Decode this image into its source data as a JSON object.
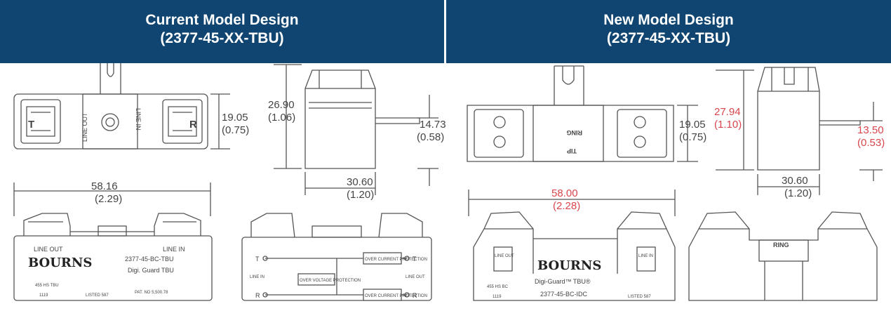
{
  "header": {
    "left": {
      "title": "Current Model Design",
      "subtitle": "(2377-45-XX-TBU)"
    },
    "right": {
      "title": "New Model Design",
      "subtitle": "(2377-45-XX-TBU)"
    }
  },
  "current": {
    "top_view": {
      "label_t": "T",
      "label_r": "R",
      "label_line_out": "LINE OUT",
      "label_line_in": "LINE IN",
      "height_mm": "19.05",
      "height_in": "(0.75)"
    },
    "side_view": {
      "height_mm": "26.90",
      "height_in": "(1.06)",
      "pin_mm": "14.73",
      "pin_in": "(0.58)",
      "width_mm": "30.60",
      "width_in": "(1.20)"
    },
    "front_view": {
      "width_mm": "58.16",
      "width_in": "(2.29)",
      "line_out": "LINE OUT",
      "line_in": "LINE IN",
      "brand": "BOURNS",
      "model": "2377-45-BC-TBU",
      "product": "Digi. Guard TBU",
      "part": "455 HS TBU",
      "date": "1119",
      "ul": "LISTED 587",
      "patent": "PAT. NO 5,500.78"
    },
    "schematic": {
      "t": "T",
      "r": "R",
      "line_in": "LINE IN",
      "line_out": "LINE OUT",
      "box1": "OVER CURRENT PROTECTION",
      "box2": "OVER VOLTAGE PROTECTION",
      "box3": "OVER CURRENT PROTECTION"
    }
  },
  "new": {
    "top_view": {
      "ring": "RING",
      "tip": "TIP",
      "height_mm": "19.05",
      "height_in": "(0.75)"
    },
    "side_view": {
      "height_mm": "27.94",
      "height_in": "(1.10)",
      "pin_mm": "13.50",
      "pin_in": "(0.53)",
      "width_mm": "30.60",
      "width_in": "(1.20)"
    },
    "front_view": {
      "width_mm": "58.00",
      "width_in": "(2.28)",
      "line_out": "LINE OUT",
      "line_in": "LINE IN",
      "brand": "BOURNS",
      "product": "Digi-Guard™ TBU®",
      "model": "2377-45-BC-IDC",
      "part": "455 HS BC",
      "date": "1119",
      "ul": "LISTED 587"
    },
    "rear_view": {
      "ring": "RING"
    }
  },
  "colors": {
    "header_bg": "#0f4570",
    "highlight": "#d9454d",
    "line": "#555555"
  }
}
